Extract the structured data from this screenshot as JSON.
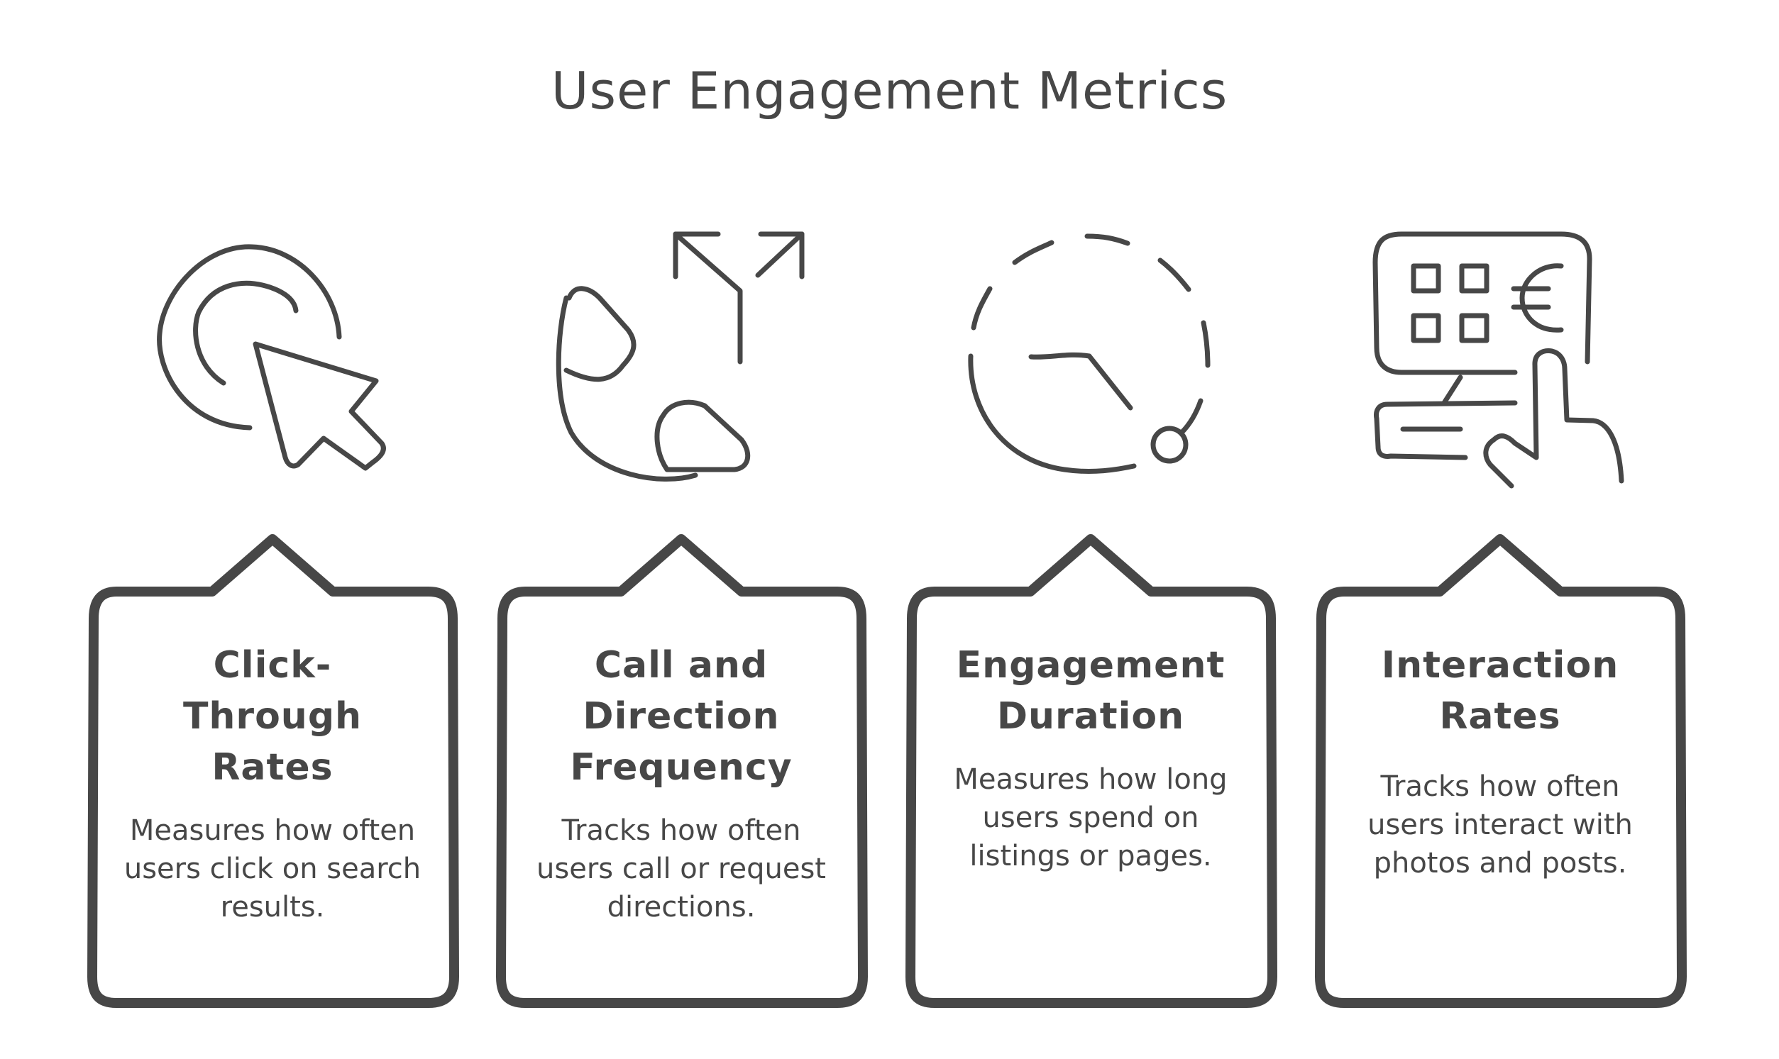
{
  "title": "User Engagement Metrics",
  "colors": {
    "ink": "#474747",
    "background": "#ffffff"
  },
  "metrics": [
    {
      "icon": "cursor-click-icon",
      "title": "Click-Through Rates",
      "title_lines": [
        "Click-",
        "Through",
        "Rates"
      ],
      "description": "Measures how often users click on search results."
    },
    {
      "icon": "phone-directions-icon",
      "title": "Call and Direction Frequency",
      "title_lines": [
        "Call and",
        "Direction",
        "Frequency"
      ],
      "description": "Tracks how often users call or request directions."
    },
    {
      "icon": "timer-duration-icon",
      "title": "Engagement Duration",
      "title_lines": [
        "Engagement",
        "Duration"
      ],
      "description": "Measures how long users spend on listings or pages."
    },
    {
      "icon": "touch-screen-interaction-icon",
      "title": "Interaction Rates",
      "title_lines": [
        "Interaction",
        "Rates"
      ],
      "description": "Tracks how often users interact with photos and posts."
    }
  ]
}
